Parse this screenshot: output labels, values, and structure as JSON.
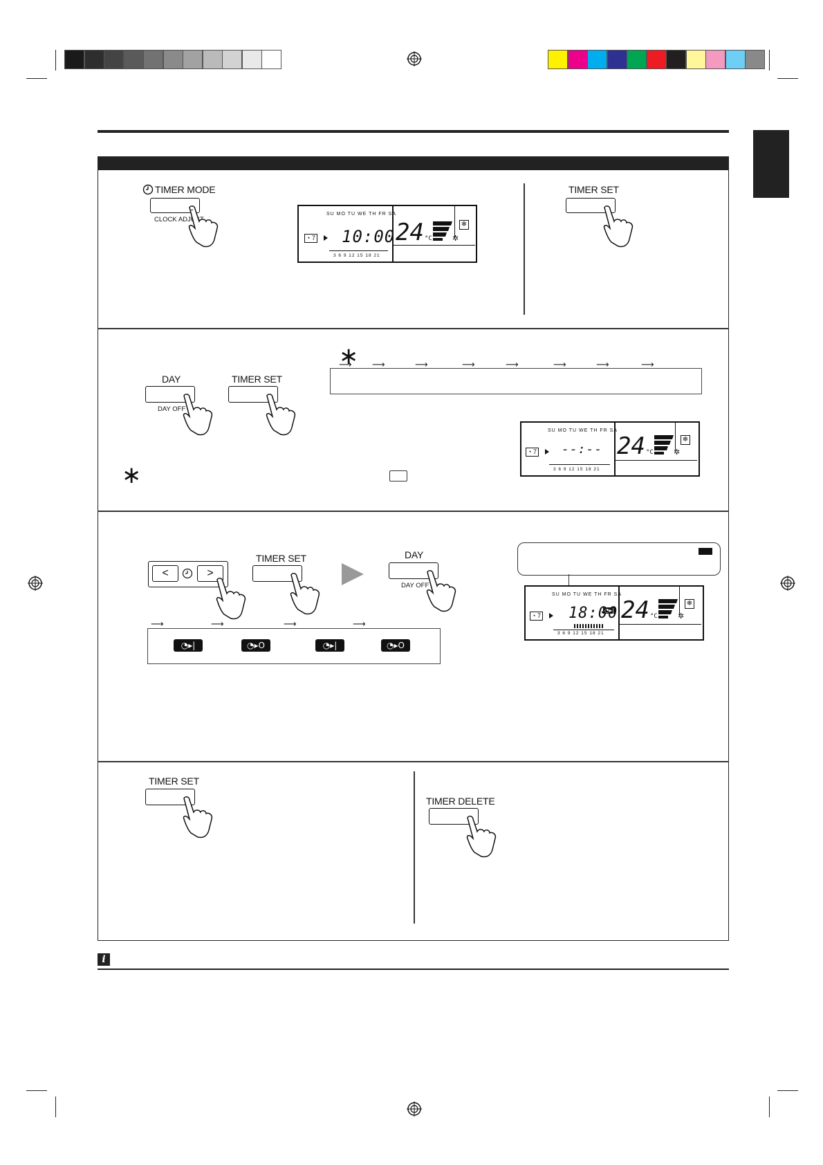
{
  "print_marks": {
    "grayscale": [
      "#1a1a1a",
      "#2e2e2e",
      "#444444",
      "#5a5a5a",
      "#727272",
      "#8a8a8a",
      "#a2a2a2",
      "#bababa",
      "#d2d2d2",
      "#e9e9e9",
      "#ffffff"
    ],
    "colors": [
      "#fff200",
      "#ec008c",
      "#00aeef",
      "#2e3192",
      "#00a651",
      "#ed1c24",
      "#231f20",
      "#fff799",
      "#f49ac1",
      "#6dcff6",
      "#898989"
    ]
  },
  "section1": {
    "timer_mode": {
      "label": "TIMER MODE",
      "sub": "CLOCK ADJUST",
      "icon": "clock-icon"
    },
    "lcd": {
      "days": "SU MO TU WE TH FR SA",
      "selected_day": "MO",
      "time": "10:00",
      "temp": "24",
      "unit": "°C",
      "clock_label": "7",
      "scale": "3  6  9 12 15 18 21"
    },
    "timer_set": {
      "label": "TIMER SET"
    }
  },
  "section2": {
    "asterisk": "∗",
    "day": {
      "label": "DAY",
      "sub": "DAY OFF"
    },
    "timer_set": {
      "label": "TIMER SET"
    },
    "lcd": {
      "days": "SU MO TU WE TH FR SA",
      "selected_day": "WE",
      "time": "--:--",
      "temp": "24",
      "unit": "°C",
      "clock_label": "7",
      "scale": "3  6  9 12 15 18 21"
    }
  },
  "section3": {
    "timer_set": {
      "label": "TIMER SET"
    },
    "day": {
      "label": "DAY",
      "sub": "DAY OFF"
    },
    "nav_left": "<",
    "nav_right": ">",
    "timer_icons": [
      "◔▸|",
      "◔▸O",
      "◔▸|",
      "◔▸O"
    ],
    "lcd": {
      "days": "SU MO TU WE TH FR SA",
      "selected_day": "WE",
      "time": "18:00",
      "temp": "24",
      "unit": "°C",
      "clock_label": "7",
      "scale": "3  6  9 12 15 18 21",
      "timer_badge": "◔▸|"
    }
  },
  "section4": {
    "timer_set": {
      "label": "TIMER SET"
    },
    "timer_delete": {
      "label": "TIMER DELETE"
    }
  },
  "info": {
    "icon": "i"
  }
}
